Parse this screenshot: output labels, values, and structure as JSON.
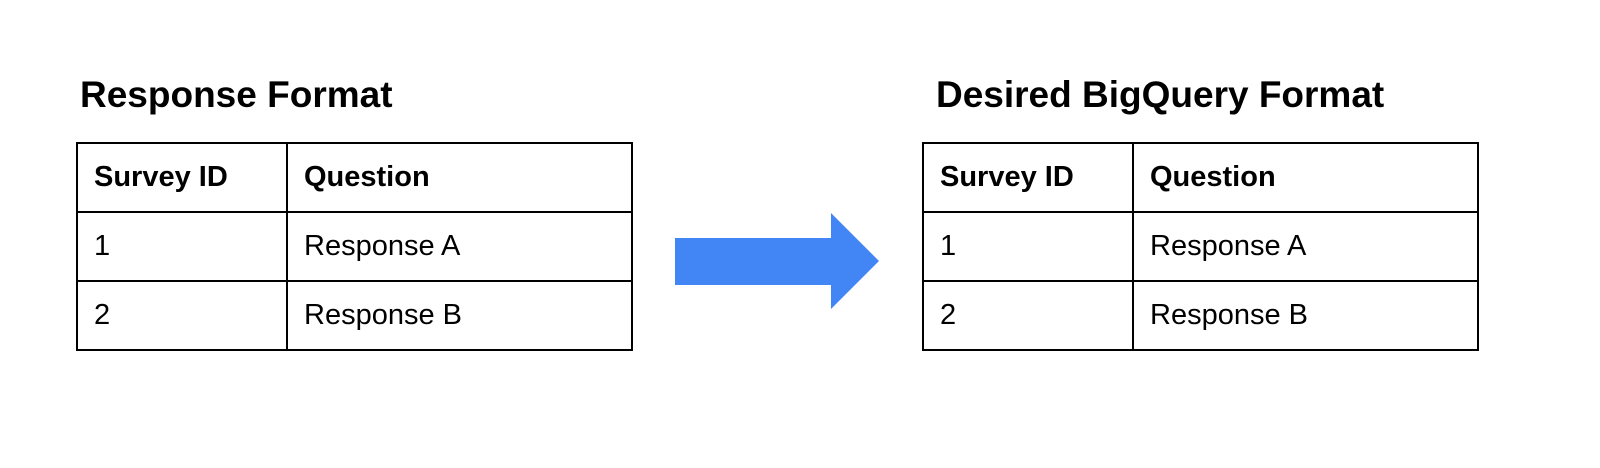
{
  "left": {
    "title": "Response Format",
    "headers": [
      "Survey ID",
      "Question"
    ],
    "rows": [
      [
        "1",
        "Response A"
      ],
      [
        "2",
        "Response B"
      ]
    ]
  },
  "right": {
    "title": "Desired BigQuery Format",
    "headers": [
      "Survey ID",
      "Question"
    ],
    "rows": [
      [
        "1",
        "Response A"
      ],
      [
        "2",
        "Response B"
      ]
    ]
  },
  "arrow": {
    "icon": "right-arrow-icon",
    "color": "#4285F4"
  }
}
